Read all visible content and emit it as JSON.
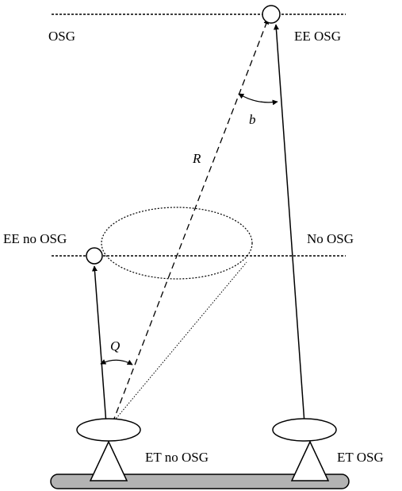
{
  "labels": {
    "osg": "OSG",
    "ee_osg": "EE OSG",
    "ee_no_osg": "EE no OSG",
    "no_osg": "No OSG",
    "et_no_osg": "ET no OSG",
    "et_osg": "ET OSG",
    "angle_b": "b",
    "distance_r": "R",
    "angle_q": "Q"
  },
  "colors": {
    "ground": "#b3b3b3",
    "stroke": "#000000"
  }
}
